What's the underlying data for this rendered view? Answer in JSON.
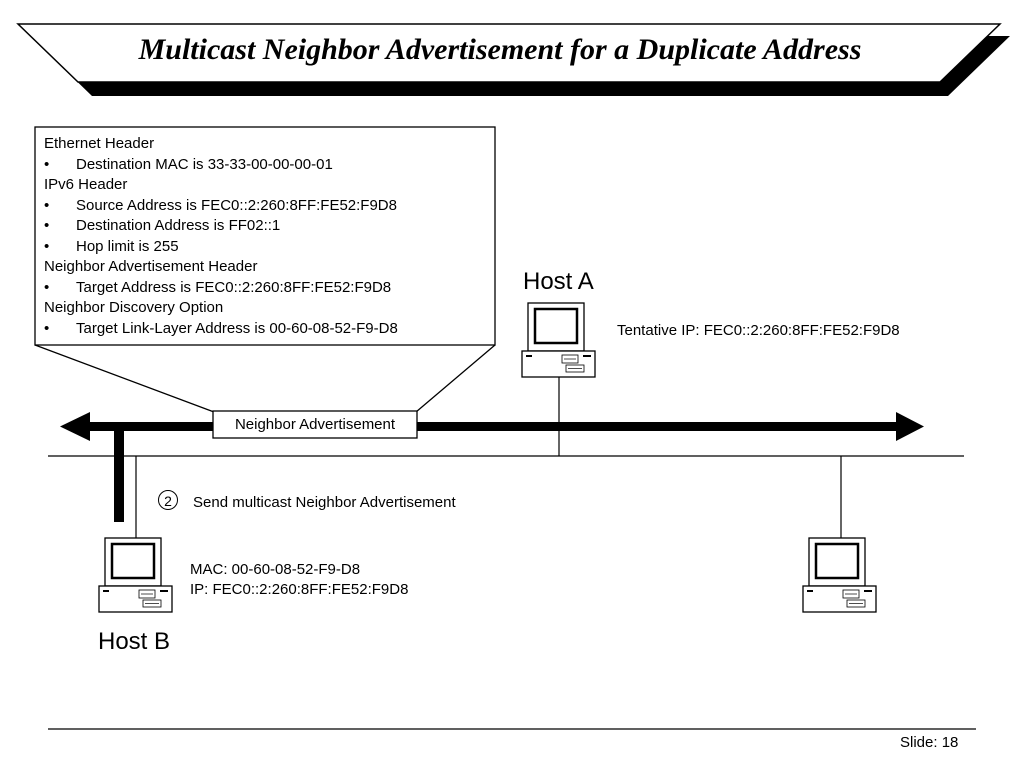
{
  "title": "Multicast Neighbor Advertisement for a Duplicate Address",
  "callout": {
    "lines": [
      {
        "text": "Ethernet Header",
        "bullet": false
      },
      {
        "text": "Destination MAC is 33-33-00-00-00-01",
        "bullet": true
      },
      {
        "text": "IPv6 Header",
        "bullet": false
      },
      {
        "text": "Source Address is FEC0::2:260:8FF:FE52:F9D8",
        "bullet": true
      },
      {
        "text": "Destination Address is FF02::1",
        "bullet": true
      },
      {
        "text": "Hop limit is 255",
        "bullet": true
      },
      {
        "text": "Neighbor Advertisement Header",
        "bullet": false
      },
      {
        "text": "Target Address is FEC0::2:260:8FF:FE52:F9D8",
        "bullet": true
      },
      {
        "text": "Neighbor Discovery Option",
        "bullet": false
      },
      {
        "text": "Target Link-Layer Address is 00-60-08-52-F9-D8",
        "bullet": true
      }
    ]
  },
  "message_label": "Neighbor Advertisement",
  "host_a": {
    "label": "Host A",
    "tentative_ip": "Tentative IP: FEC0::2:260:8FF:FE52:F9D8"
  },
  "host_b": {
    "label": "Host B",
    "mac": "MAC: 00-60-08-52-F9-D8",
    "ip": "IP: FEC0::2:260:8FF:FE52:F9D8"
  },
  "step": {
    "number": "2",
    "text": "Send multicast Neighbor Advertisement"
  },
  "footer": {
    "slide": "Slide: 18"
  }
}
